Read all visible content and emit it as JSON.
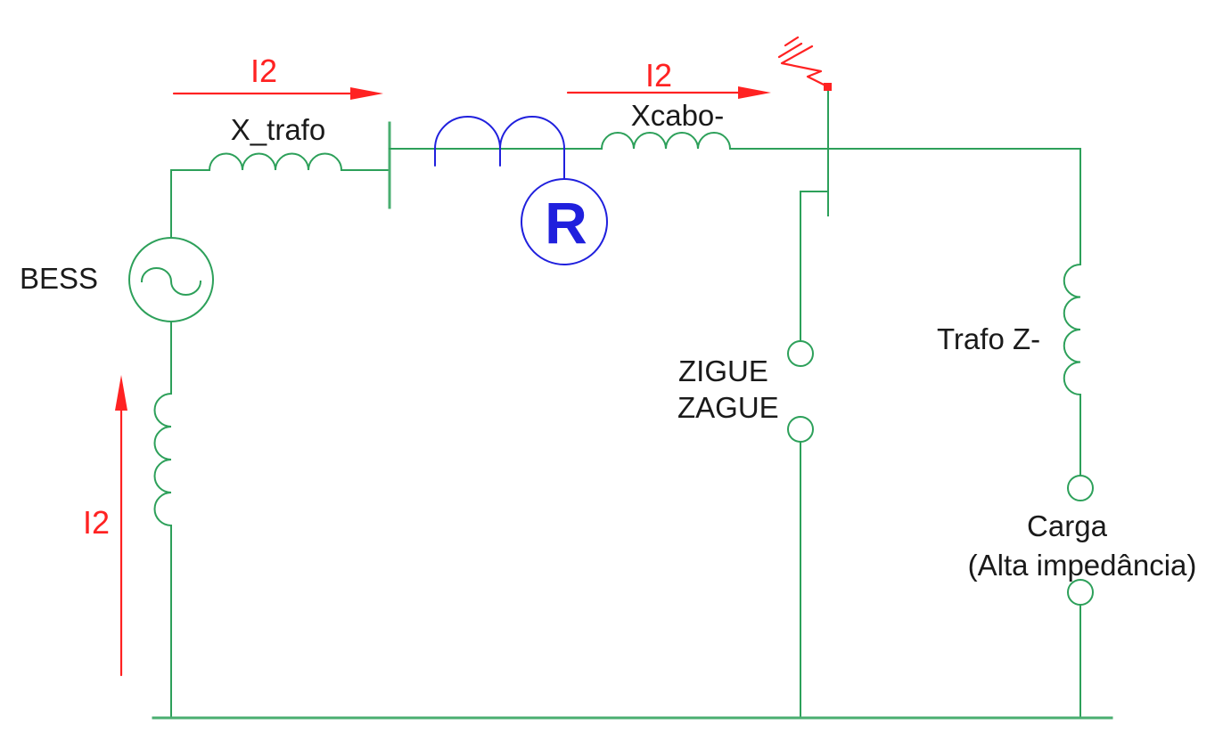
{
  "diagram": {
    "source": {
      "label": "BESS"
    },
    "reactances": {
      "transformer": "X_trafo",
      "cable": "Xcabo-",
      "grounding_transformer": "Trafo Z-"
    },
    "relay": {
      "label": "R"
    },
    "zigzag": {
      "line1": "ZIGUE",
      "line2": "ZAGUE"
    },
    "load": {
      "label": "Carga",
      "sublabel": "(Alta impedância)"
    },
    "currents": {
      "source_arrow": "I2",
      "bus_arrow": "I2",
      "fault_arrow": "I2"
    },
    "colors": {
      "wire_green": "#2da05a",
      "bus_green": "#4aae70",
      "instrument_blue": "#2020dd",
      "current_red": "#ff2222",
      "label_black": "#1a1a1a"
    }
  }
}
